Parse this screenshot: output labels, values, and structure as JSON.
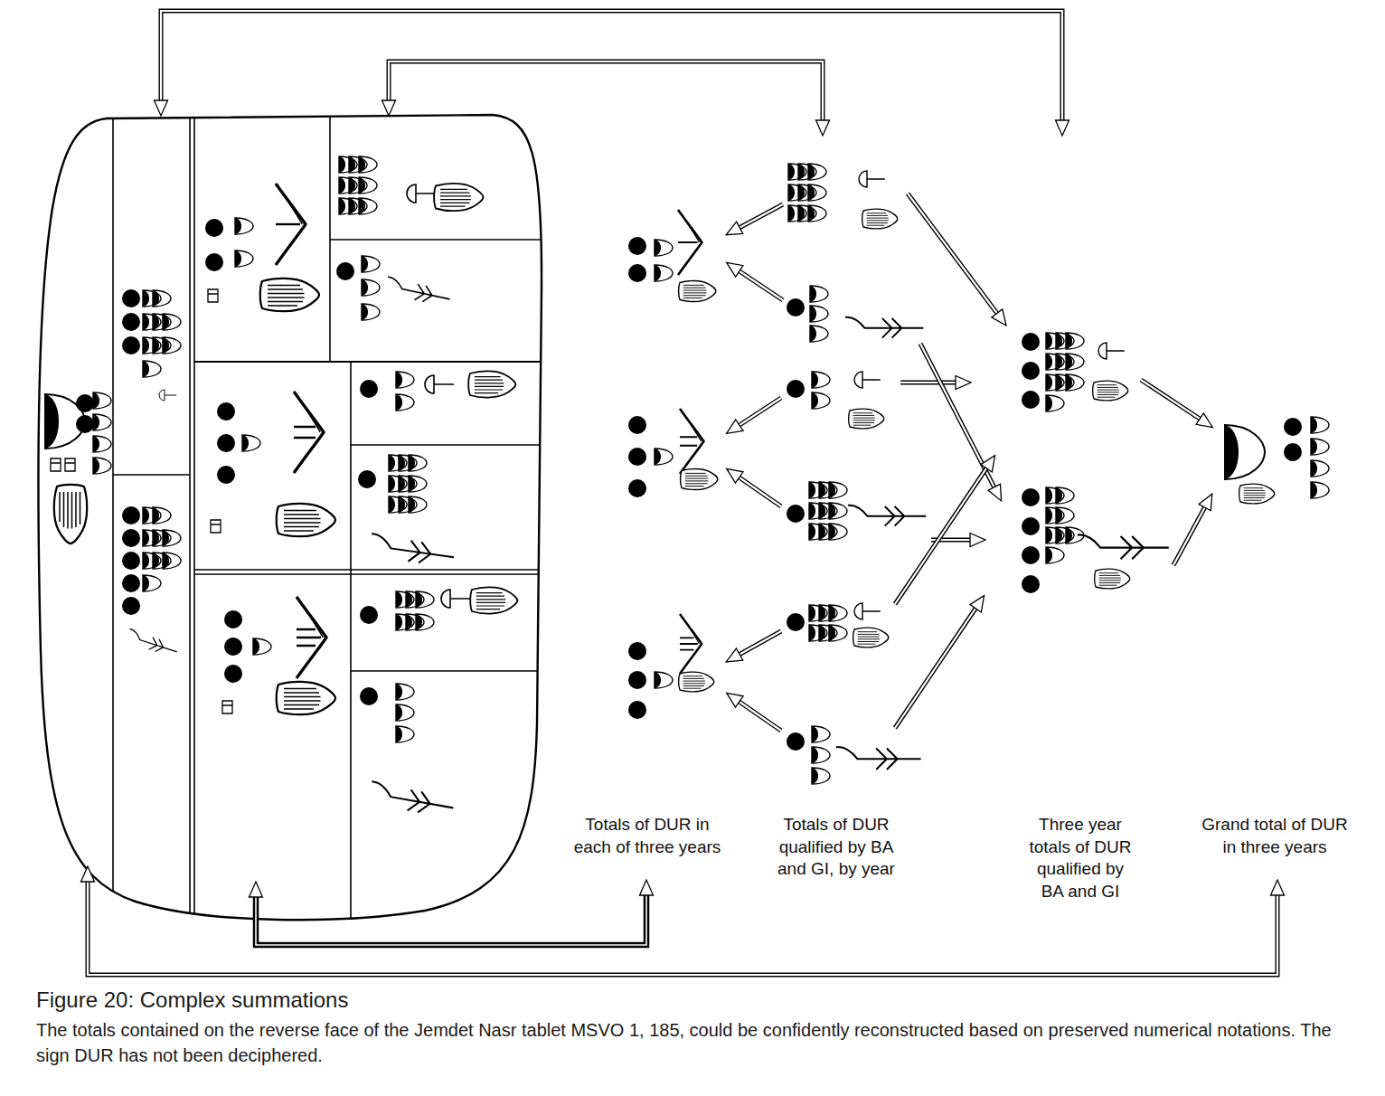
{
  "diagram": {
    "title": "Figure 20: Complex summations",
    "caption": "The totals contained on the reverse face of the Jemdet Nasr tablet MSVO 1, 185, could be confidently reconstructed based on preserved numerical notations. The sign DUR has not been deciphered.",
    "labels": [
      "Totals of DUR in each of three years",
      "Totals of DUR qualified by BA and GI, by year",
      "Three year totals of DUR qualified by BA and GI",
      "Grand total of DUR in three years"
    ]
  }
}
